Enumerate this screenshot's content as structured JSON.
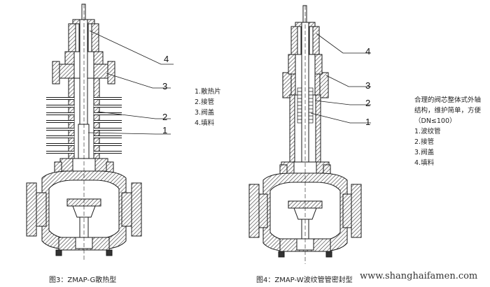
{
  "left_figure": {
    "callouts": [
      "4",
      "3",
      "2",
      "1"
    ],
    "legend": [
      "1.散热片",
      "2.接管",
      "3.阀盖",
      "4.填料"
    ],
    "caption": "图3：ZMAP-G散热型"
  },
  "right_figure": {
    "callouts": [
      "4",
      "3",
      "2",
      "1"
    ],
    "legend": [
      "合理的阀芯整体式外轴",
      "结构，维护简单，方便",
      "（DN≤100）",
      "1.波纹管",
      "2.接管",
      "3.阀盖",
      "4.填料"
    ],
    "caption": "图4：ZMAP-W波纹管管密封型"
  },
  "website": "www.shanghaifamen.com",
  "colors": {
    "line": "#1a1a1a",
    "hatch": "#333333",
    "fill": "#ffffff"
  }
}
